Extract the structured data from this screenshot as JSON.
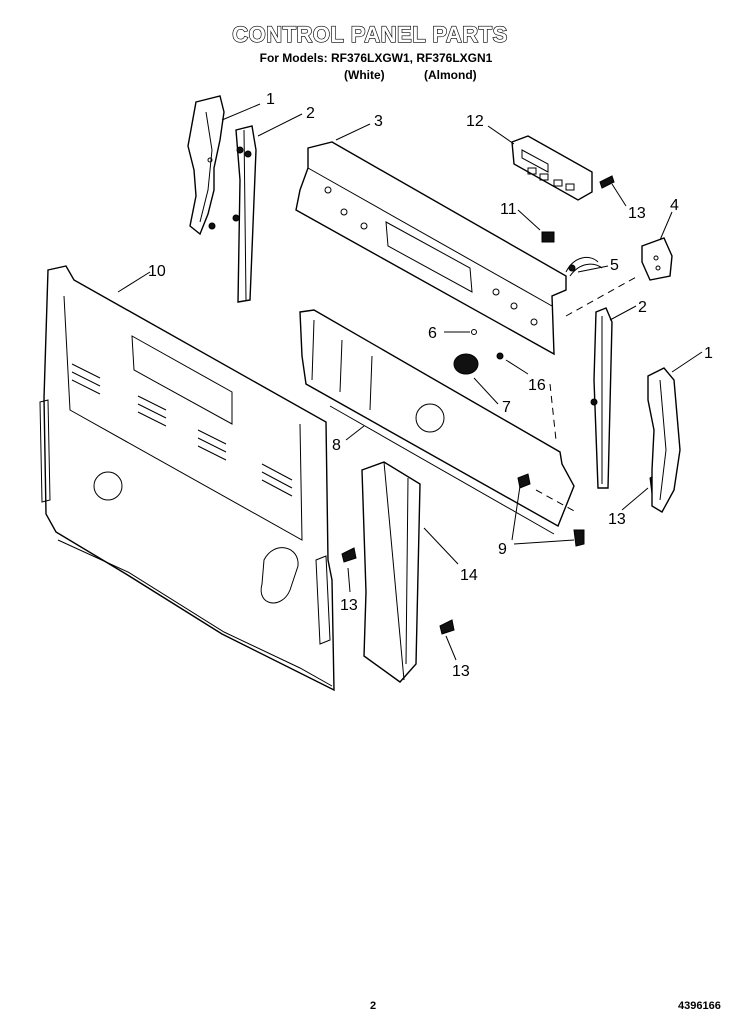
{
  "header": {
    "title": "CONTROL PANEL PARTS",
    "models": "For Models: RF376LXGW1, RF376LXGN1",
    "variants": [
      "(White)",
      "(Almond)"
    ]
  },
  "callouts": [
    "1",
    "2",
    "3",
    "12",
    "11",
    "13",
    "4",
    "5",
    "10",
    "2",
    "6",
    "1",
    "16",
    "7",
    "8",
    "13",
    "9",
    "13",
    "14",
    "13"
  ],
  "footer": {
    "page_number": "2",
    "doc_number": "4396166"
  }
}
